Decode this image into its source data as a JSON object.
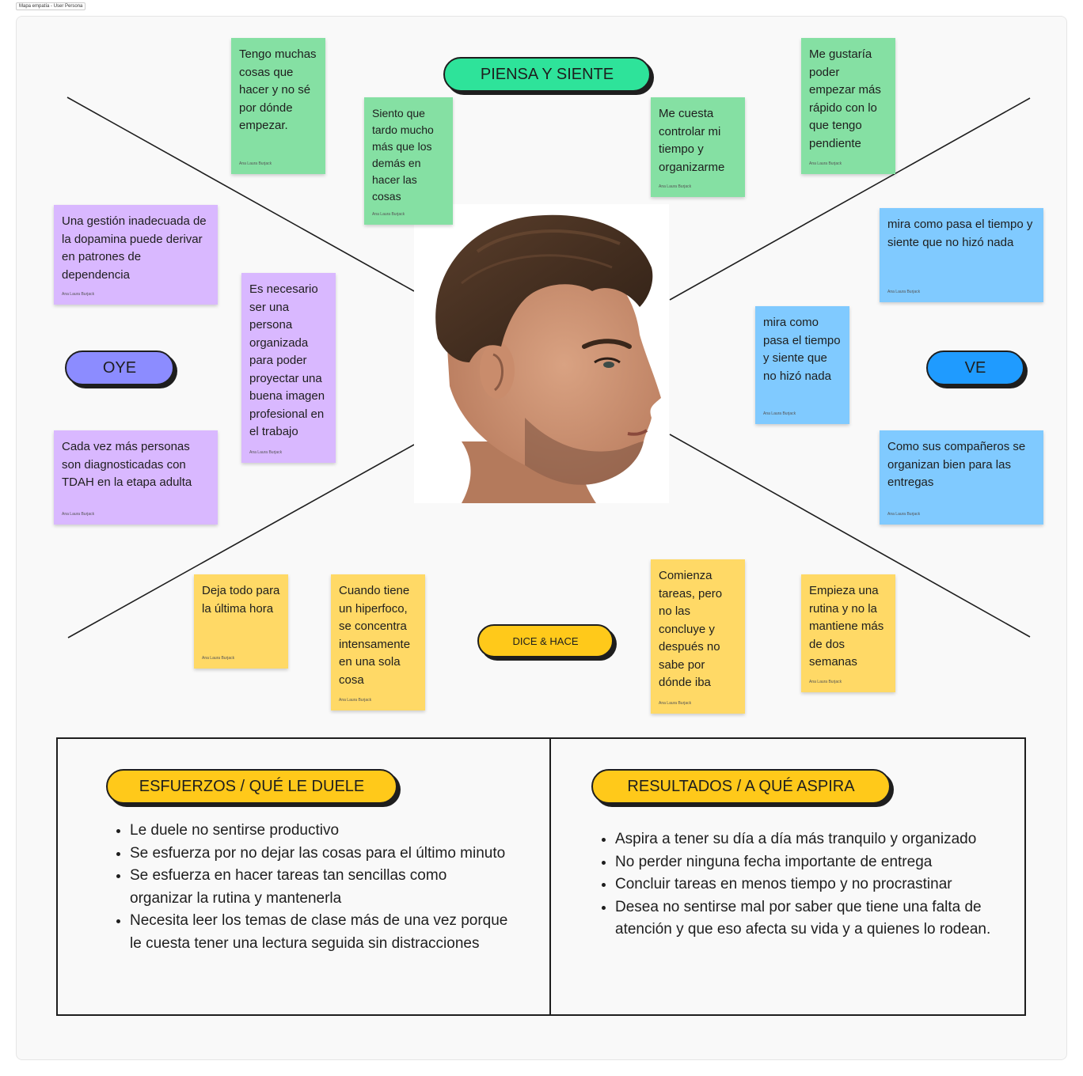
{
  "frame": {
    "label": "Mapa empatía - User Persona"
  },
  "colors": {
    "green": "#85e0a3",
    "purple": "#d9b8ff",
    "blue": "#80caff",
    "yellow": "#ffd966",
    "pill_green": "#2ee39a",
    "pill_violet": "#8c8cff",
    "pill_blue": "#1f9bff",
    "pill_yellow": "#ffc91a"
  },
  "pills": {
    "piensa": "PIENSA Y SIENTE",
    "oye": "OYE",
    "ve": "VE",
    "dice": "DICE & HACE",
    "esfuerzos": "ESFUERZOS / QUÉ LE DUELE",
    "resultados": "RESULTADOS / A QUÉ ASPIRA"
  },
  "author": "Ana Laura Burjack",
  "notes": {
    "g1": "Tengo muchas cosas que hacer y no sé por dónde empezar.",
    "g2": "Siento que tardo mucho más que los demás en hacer las cosas",
    "g3": "Me cuesta controlar mi tiempo y organizarme",
    "g4": "Me gustaría poder empezar más rápido con lo que tengo pendiente",
    "p1": "Una gestión inadecuada de la dopamina puede derivar en patrones de dependencia",
    "p2": "Es necesario ser una persona organizada para poder proyectar una buena imagen profesional en el trabajo",
    "p3": "Cada vez más personas son diagnosticadas con TDAH en la etapa adulta",
    "b1": "mira como pasa el tiempo y siente que no hizó nada",
    "b2": "mira como pasa el tiempo y siente que no hizó nada",
    "b3": "Como sus compañeros se organizan bien para las entregas",
    "y1": "Deja todo para la última hora",
    "y2": "Cuando tiene un hiperfoco, se concentra intensamente en una sola cosa",
    "y3": "Comienza tareas, pero no las concluye y después no sabe por dónde iba",
    "y4": "Empieza una rutina y no la mantiene más de dos semanas"
  },
  "esfuerzos": [
    "Le duele no sentirse productivo",
    "Se esfuerza por no dejar las cosas para el último minuto",
    "Se esfuerza en hacer tareas tan sencillas como organizar la rutina y mantenerla",
    "Necesita leer los temas de clase más de una vez porque le cuesta tener una lectura seguida sin distracciones"
  ],
  "resultados": [
    "Aspira a tener su día a día más tranquilo y organizado",
    "No perder ninguna fecha importante de entrega",
    "Concluir tareas en menos tiempo y no procrastinar",
    "Desea no sentirse mal por saber que tiene una falta de atención y que eso afecta su vida y a quienes lo rodean."
  ]
}
